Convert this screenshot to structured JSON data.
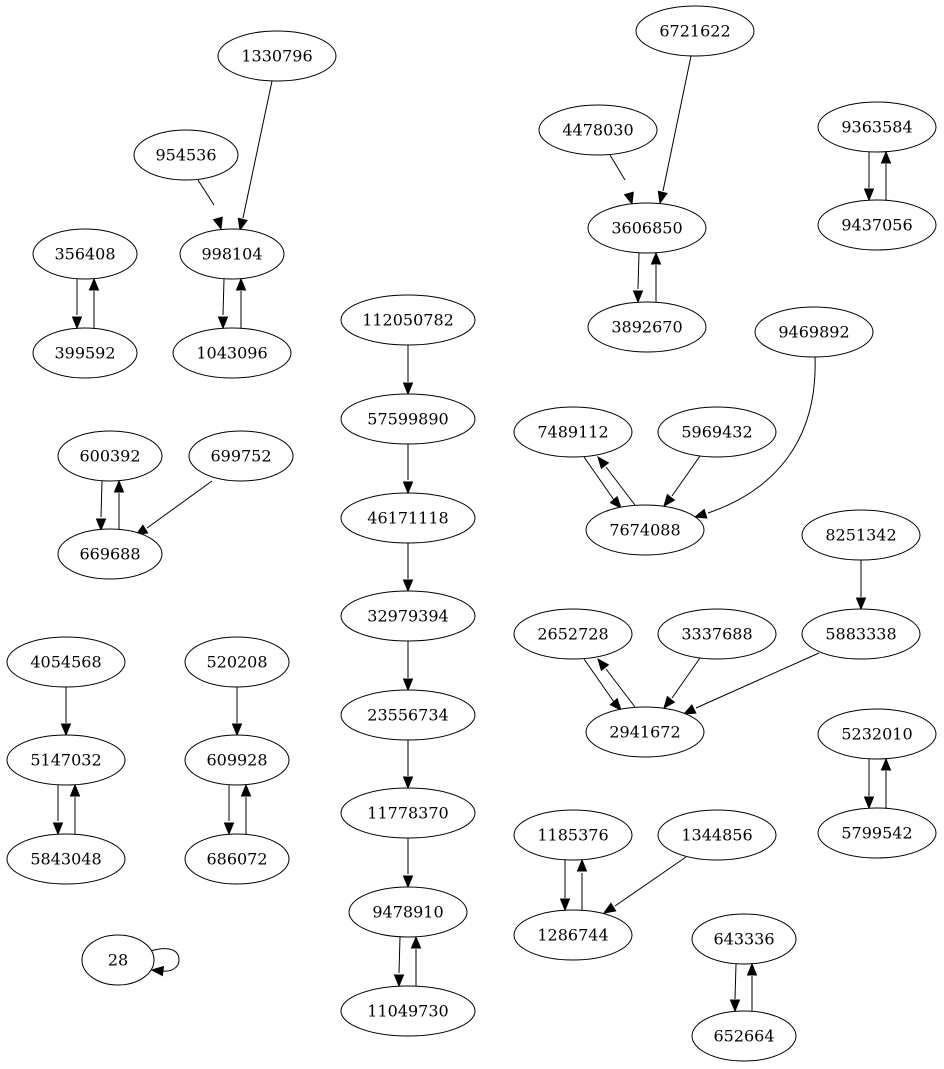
{
  "graph": {
    "nodes": [
      {
        "id": "1330796",
        "label": "1330796"
      },
      {
        "id": "954536",
        "label": "954536"
      },
      {
        "id": "998104",
        "label": "998104"
      },
      {
        "id": "1043096",
        "label": "1043096"
      },
      {
        "id": "356408",
        "label": "356408"
      },
      {
        "id": "399592",
        "label": "399592"
      },
      {
        "id": "600392",
        "label": "600392"
      },
      {
        "id": "699752",
        "label": "699752"
      },
      {
        "id": "669688",
        "label": "669688"
      },
      {
        "id": "4054568",
        "label": "4054568"
      },
      {
        "id": "5147032",
        "label": "5147032"
      },
      {
        "id": "5843048",
        "label": "5843048"
      },
      {
        "id": "520208",
        "label": "520208"
      },
      {
        "id": "609928",
        "label": "609928"
      },
      {
        "id": "686072",
        "label": "686072"
      },
      {
        "id": "28",
        "label": "28"
      },
      {
        "id": "112050782",
        "label": "112050782"
      },
      {
        "id": "57599890",
        "label": "57599890"
      },
      {
        "id": "46171118",
        "label": "46171118"
      },
      {
        "id": "32979394",
        "label": "32979394"
      },
      {
        "id": "23556734",
        "label": "23556734"
      },
      {
        "id": "11778370",
        "label": "11778370"
      },
      {
        "id": "9478910",
        "label": "9478910"
      },
      {
        "id": "11049730",
        "label": "11049730"
      },
      {
        "id": "6721622",
        "label": "6721622"
      },
      {
        "id": "4478030",
        "label": "4478030"
      },
      {
        "id": "3606850",
        "label": "3606850"
      },
      {
        "id": "3892670",
        "label": "3892670"
      },
      {
        "id": "9363584",
        "label": "9363584"
      },
      {
        "id": "9437056",
        "label": "9437056"
      },
      {
        "id": "9469892",
        "label": "9469892"
      },
      {
        "id": "7489112",
        "label": "7489112"
      },
      {
        "id": "5969432",
        "label": "5969432"
      },
      {
        "id": "7674088",
        "label": "7674088"
      },
      {
        "id": "8251342",
        "label": "8251342"
      },
      {
        "id": "2652728",
        "label": "2652728"
      },
      {
        "id": "3337688",
        "label": "3337688"
      },
      {
        "id": "5883338",
        "label": "5883338"
      },
      {
        "id": "2941672",
        "label": "2941672"
      },
      {
        "id": "5232010",
        "label": "5232010"
      },
      {
        "id": "5799542",
        "label": "5799542"
      },
      {
        "id": "1185376",
        "label": "1185376"
      },
      {
        "id": "1344856",
        "label": "1344856"
      },
      {
        "id": "1286744",
        "label": "1286744"
      },
      {
        "id": "643336",
        "label": "643336"
      },
      {
        "id": "652664",
        "label": "652664"
      }
    ],
    "edges": [
      {
        "from": "1330796",
        "to": "998104"
      },
      {
        "from": "954536",
        "to": "998104"
      },
      {
        "from": "998104",
        "to": "1043096"
      },
      {
        "from": "1043096",
        "to": "998104"
      },
      {
        "from": "356408",
        "to": "399592"
      },
      {
        "from": "399592",
        "to": "356408"
      },
      {
        "from": "600392",
        "to": "669688"
      },
      {
        "from": "669688",
        "to": "600392"
      },
      {
        "from": "699752",
        "to": "669688"
      },
      {
        "from": "4054568",
        "to": "5147032"
      },
      {
        "from": "5147032",
        "to": "5843048"
      },
      {
        "from": "5843048",
        "to": "5147032"
      },
      {
        "from": "520208",
        "to": "609928"
      },
      {
        "from": "609928",
        "to": "686072"
      },
      {
        "from": "686072",
        "to": "609928"
      },
      {
        "from": "28",
        "to": "28"
      },
      {
        "from": "112050782",
        "to": "57599890"
      },
      {
        "from": "57599890",
        "to": "46171118"
      },
      {
        "from": "46171118",
        "to": "32979394"
      },
      {
        "from": "32979394",
        "to": "23556734"
      },
      {
        "from": "23556734",
        "to": "11778370"
      },
      {
        "from": "11778370",
        "to": "9478910"
      },
      {
        "from": "9478910",
        "to": "11049730"
      },
      {
        "from": "11049730",
        "to": "9478910"
      },
      {
        "from": "6721622",
        "to": "3606850"
      },
      {
        "from": "4478030",
        "to": "3606850"
      },
      {
        "from": "3606850",
        "to": "3892670"
      },
      {
        "from": "3892670",
        "to": "3606850"
      },
      {
        "from": "9363584",
        "to": "9437056"
      },
      {
        "from": "9437056",
        "to": "9363584"
      },
      {
        "from": "9469892",
        "to": "7674088"
      },
      {
        "from": "7489112",
        "to": "7674088"
      },
      {
        "from": "7674088",
        "to": "7489112"
      },
      {
        "from": "5969432",
        "to": "7674088"
      },
      {
        "from": "8251342",
        "to": "5883338"
      },
      {
        "from": "2652728",
        "to": "2941672"
      },
      {
        "from": "2941672",
        "to": "2652728"
      },
      {
        "from": "3337688",
        "to": "2941672"
      },
      {
        "from": "5883338",
        "to": "2941672"
      },
      {
        "from": "5232010",
        "to": "5799542"
      },
      {
        "from": "5799542",
        "to": "5232010"
      },
      {
        "from": "1185376",
        "to": "1286744"
      },
      {
        "from": "1286744",
        "to": "1185376"
      },
      {
        "from": "1344856",
        "to": "1286744"
      },
      {
        "from": "643336",
        "to": "652664"
      },
      {
        "from": "652664",
        "to": "643336"
      }
    ]
  }
}
